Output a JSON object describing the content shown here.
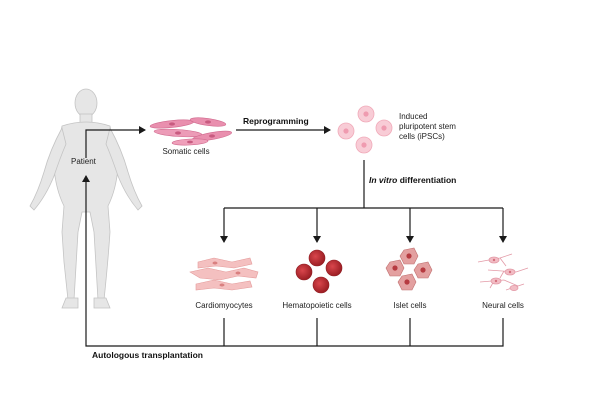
{
  "labels": {
    "patient": "Patient",
    "somatic_cells": "Somatic cells",
    "reprogramming": "Reprogramming",
    "ipsc_line1": "Induced",
    "ipsc_line2": "pluripotent stem",
    "ipsc_line3": "cells (iPSCs)",
    "differentiation_italic": "In vitro",
    "differentiation_rest": " differentiation",
    "cardiomyocytes": "Cardiomyocytes",
    "hematopoietic": "Hematopoietic cells",
    "islet": "Islet cells",
    "neural": "Neural cells",
    "autologous": "Autologous transplantation"
  },
  "colors": {
    "arrow": "#1a1a1a",
    "body": "#e6e6e6",
    "body_stroke": "#c4c4c4",
    "somatic": "#e98fae",
    "ipsc": "#f7c7d2",
    "cardio": "#f1b6b6",
    "blood": "#b3262c",
    "islet": "#d98a8a",
    "neural": "#f0b4bd"
  }
}
